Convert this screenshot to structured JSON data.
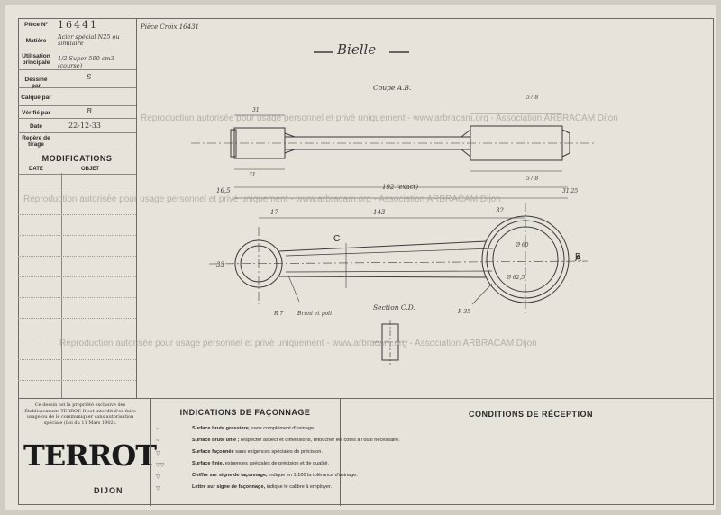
{
  "title_block": {
    "rows": [
      {
        "label": "Pièce Nº",
        "value": "16441"
      },
      {
        "label": "Matière",
        "value": "Acier spécial N25 ou similaire"
      },
      {
        "label": "Utilisation principale",
        "value": "1/2 Super 500 cm3 (course)"
      },
      {
        "label": "Dessiné par",
        "value": "S"
      },
      {
        "label": "Calqué par",
        "value": ""
      },
      {
        "label": "Vérifié par",
        "value": "B"
      },
      {
        "label": "Date",
        "value": "22-12-33"
      },
      {
        "label": "Repère de tirage",
        "value": ""
      }
    ]
  },
  "modifications": {
    "title": "MODIFICATIONS",
    "col_date": "DATE",
    "col_objet": "OBJET"
  },
  "drawing": {
    "part_ref": "Pièce Croix 16431",
    "title": "Bielle",
    "section_ab": "Coupe A.B.",
    "section_cd": "Section C.D.",
    "note_polish": "Bruni et poli",
    "label_a": "A",
    "label_b": "B",
    "label_c": "C",
    "dims": {
      "len_total": "192 (exact)",
      "len_inner": "143",
      "d_small": "17",
      "d_big": "32",
      "w_small": "33",
      "left_off": "16,5",
      "right_off": "31,25",
      "top_31": "31",
      "bot_31": "31",
      "top_578": "57,8",
      "bot_578": "57,8",
      "r_35": "R 35",
      "r_7": "R 7",
      "d_625": "Ø 62,5",
      "d_60": "Ø 60"
    }
  },
  "copyright": "Ce dessin est la propriété exclusive des Établissements TERROT. Il est interdit d'en faire usage ou de le communiquer sans autorisation spéciale (Loi du 11 Mars 1902).",
  "logo": {
    "name": "TERROT",
    "city": "DIJON"
  },
  "indications": {
    "title": "INDICATIONS DE FAÇONNAGE",
    "rows": [
      {
        "bold": "Surface brute grossière,",
        "text": "sans complément d'usinage."
      },
      {
        "bold": "Surface brute unie ;",
        "text": "respecter aspect et dimensions, retoucher les cotes à l'outil nécessaire."
      },
      {
        "bold": "Surface façonnée",
        "text": "sans exigences spéciales de précision."
      },
      {
        "bold": "Surface finie,",
        "text": "exigences spéciales de précision et de qualité."
      },
      {
        "bold": "Chiffre sur signe de façonnage,",
        "text": "indique en 1/100 la tolérance d'usinage."
      },
      {
        "bold": "Lettre sur signe de façonnage,",
        "text": "indique le calibre à employer."
      }
    ]
  },
  "conditions": {
    "title": "CONDITIONS DE RÉCEPTION"
  },
  "watermark": "Reproduction autorisée pour usage personnel et privé uniquement - www.arbracam.org - Association ARBRACAM Dijon",
  "colors": {
    "paper": "#e6e3da",
    "ink": "#2a2a2a",
    "line": "#6c6a64"
  }
}
